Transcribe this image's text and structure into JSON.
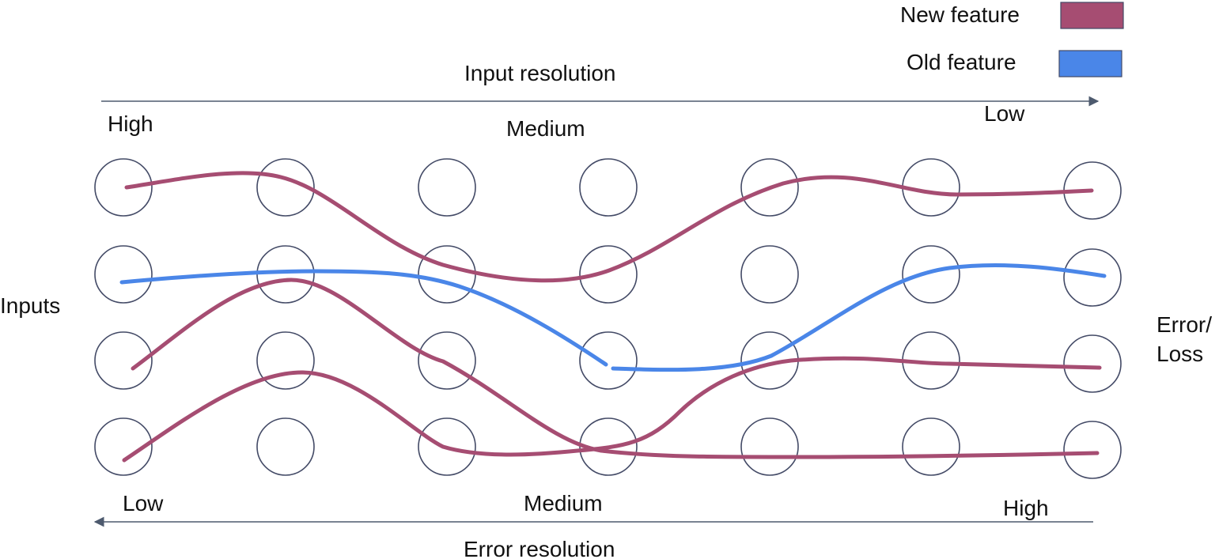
{
  "legend": {
    "new_feature": {
      "label": "New feature",
      "color": "#a64d72"
    },
    "old_feature": {
      "label": "Old feature",
      "color": "#4a86e8"
    }
  },
  "top_axis": {
    "title": "Input resolution",
    "left_label": "High",
    "mid_label": "Medium",
    "right_label": "Low"
  },
  "bottom_axis": {
    "title": "Error resolution",
    "left_label": "Low",
    "mid_label": "Medium",
    "right_label": "High"
  },
  "side_labels": {
    "inputs": "Inputs",
    "error_line1": "Error/",
    "error_line2": "Loss"
  },
  "grid": {
    "columns": 7,
    "rows": 4
  }
}
